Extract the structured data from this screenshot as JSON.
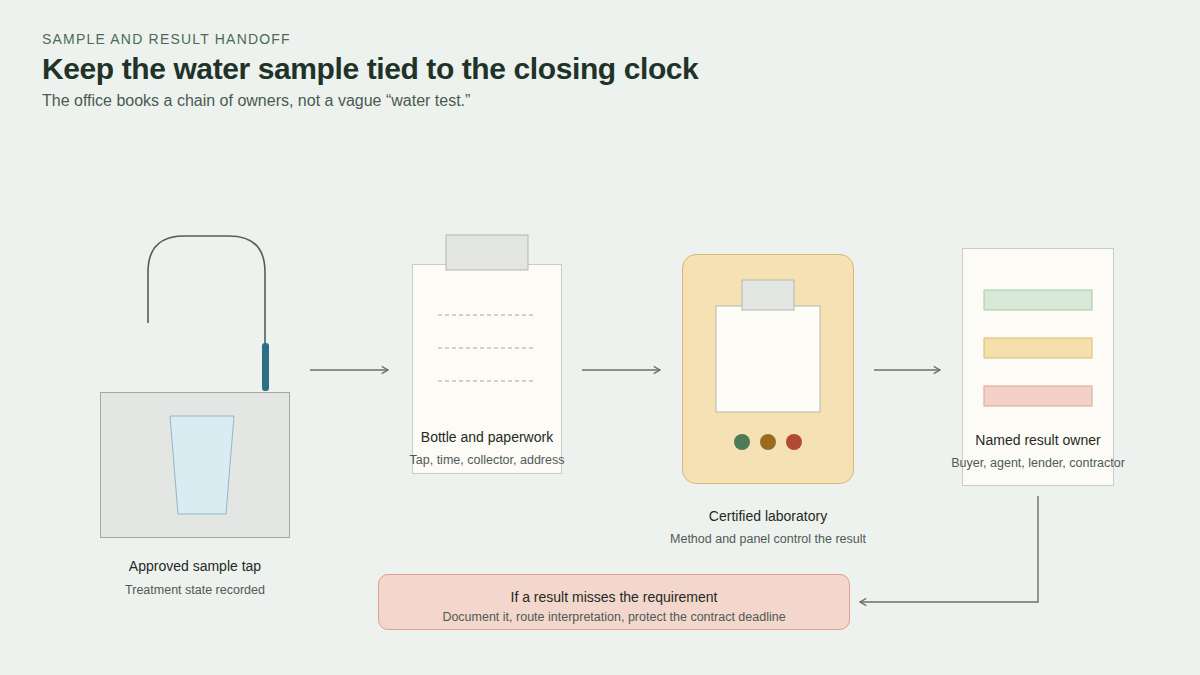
{
  "diagram": {
    "title": "Keep the water sample tied to the closing clock",
    "caption": "The office books a chain of owners, not a vague “water test.”",
    "nodes": [
      {
        "text": [
          "Approved sample tap",
          "Treatment state recorded"
        ]
      },
      {
        "text": [
          "Bottle and paperwork",
          "Tap, time, collector, address"
        ]
      },
      {
        "text": [
          "Certified laboratory",
          "Method and panel control the result"
        ]
      },
      {
        "text": [
          "Named result owner",
          "Buyer, agent, lender, contractor"
        ]
      },
      {
        "text": [
          "If a result misses the requirement",
          "Document it, route interpretation, protect the contract deadline"
        ]
      }
    ],
    "edges": [
      {
        "from": 0,
        "to": 1,
        "arrow": "to"
      },
      {
        "from": 1,
        "to": 2,
        "arrow": "to"
      },
      {
        "from": 2,
        "to": 3,
        "arrow": "to"
      },
      {
        "from": 3,
        "to": 4,
        "arrow": "to"
      }
    ],
    "labels": [
      "SAMPLE AND RESULT HANDOFF"
    ]
  }
}
